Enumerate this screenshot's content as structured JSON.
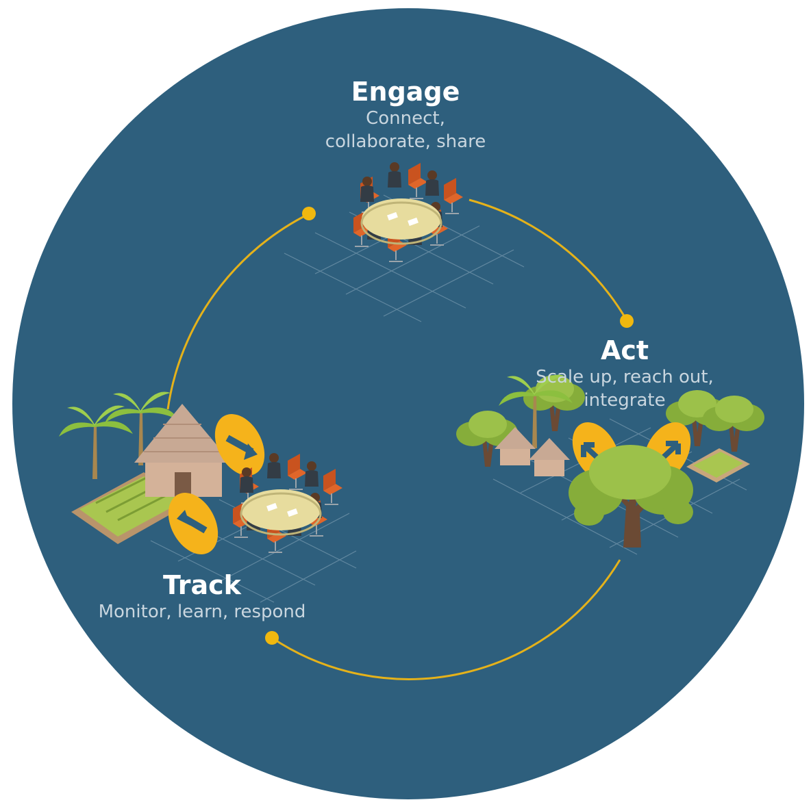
{
  "colors": {
    "background_circle": "#2e5f7d",
    "cycle_line": "#e5b21a",
    "grid": "#6f93a9",
    "arrow_badge": "#f5b31b",
    "palm": "#8cbf3f",
    "tree": "#86ad3a",
    "hut_roof": "#c8a994",
    "chair": "#e0662a",
    "table": "#e7dc9e"
  },
  "stages": {
    "engage": {
      "title": "Engage",
      "line1": "Connect,",
      "line2": "collaborate, share"
    },
    "act": {
      "title": "Act",
      "line1": "Scale up, reach out,",
      "line2": "integrate"
    },
    "track": {
      "title": "Track",
      "line1": "Monitor, learn, respond"
    }
  },
  "icons": [
    "meeting-table-icon",
    "village-trees-icon",
    "farm-hut-icon",
    "arrow-badge-icon"
  ]
}
